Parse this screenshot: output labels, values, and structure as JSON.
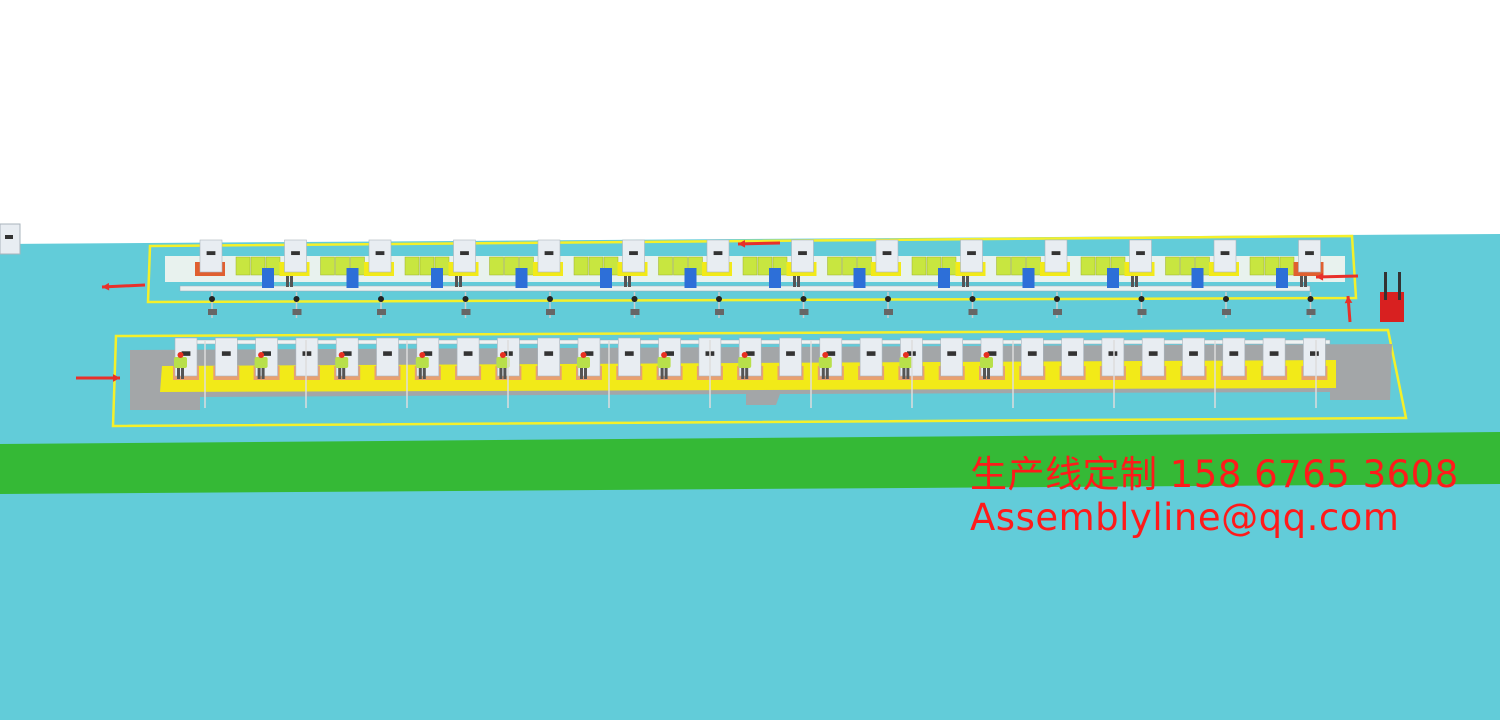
{
  "contact": {
    "phone_line": "生产线定制 158 6765 3608",
    "email": "Assemblyline@qq.com"
  },
  "scene": {
    "upper_line_station_count": 14,
    "lower_line_station_count": 29,
    "colors": {
      "floor": "#62ccd9",
      "green_band": "#35b936",
      "boundary_yellow": "#f5f02a",
      "mat_yellow": "#f2ea18",
      "text_red": "#ff1a1a",
      "arrow_red": "#e8302a",
      "worker_shirt": "#b8e04a",
      "screen_blue": "#2d6fd8",
      "panel_green": "#c8e640"
    }
  }
}
